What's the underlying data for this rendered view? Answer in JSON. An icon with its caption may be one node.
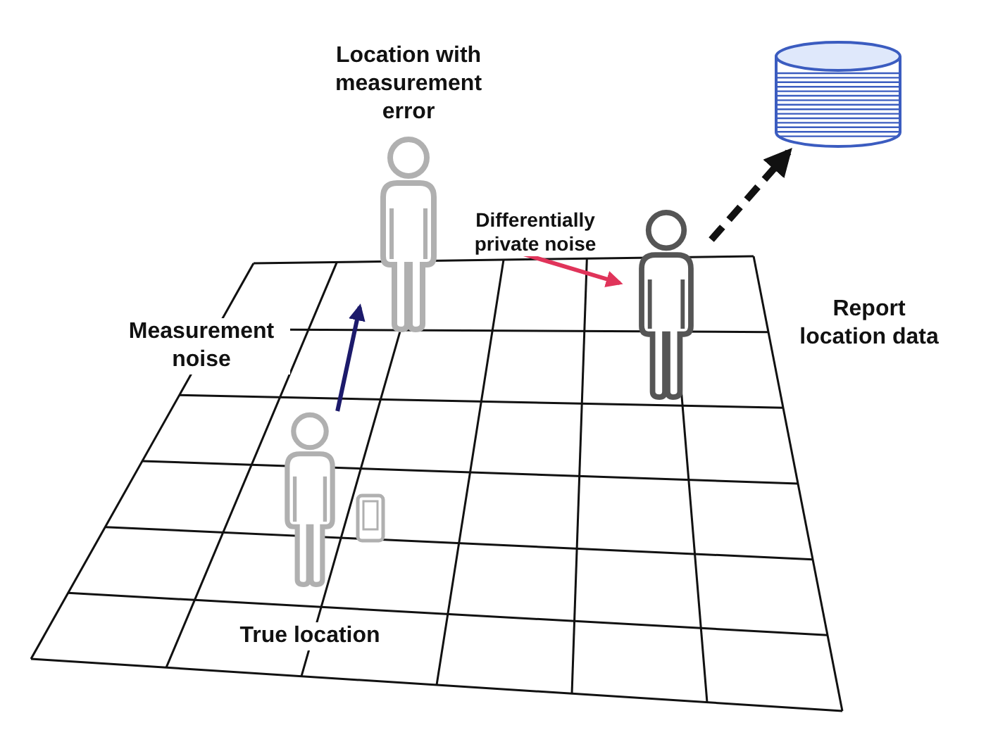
{
  "diagram": {
    "nodes": [
      {
        "text": [
          "Location with measurement error"
        ]
      },
      {
        "text": [
          "True location"
        ]
      },
      {
        "text": [],
        "shape": "person"
      },
      {
        "text": [],
        "shape": "cylinder"
      }
    ],
    "edges": [
      {
        "from": 1,
        "to": 0,
        "arrow": "to",
        "label": "Measurement noise",
        "color": "#1c1a6b"
      },
      {
        "from": 0,
        "to": 2,
        "arrow": "to",
        "label": "Differentially private noise",
        "color": "#e0345a"
      },
      {
        "from": 2,
        "to": 3,
        "arrow": "to",
        "label": "Report location data",
        "style": "dashed"
      }
    ]
  }
}
